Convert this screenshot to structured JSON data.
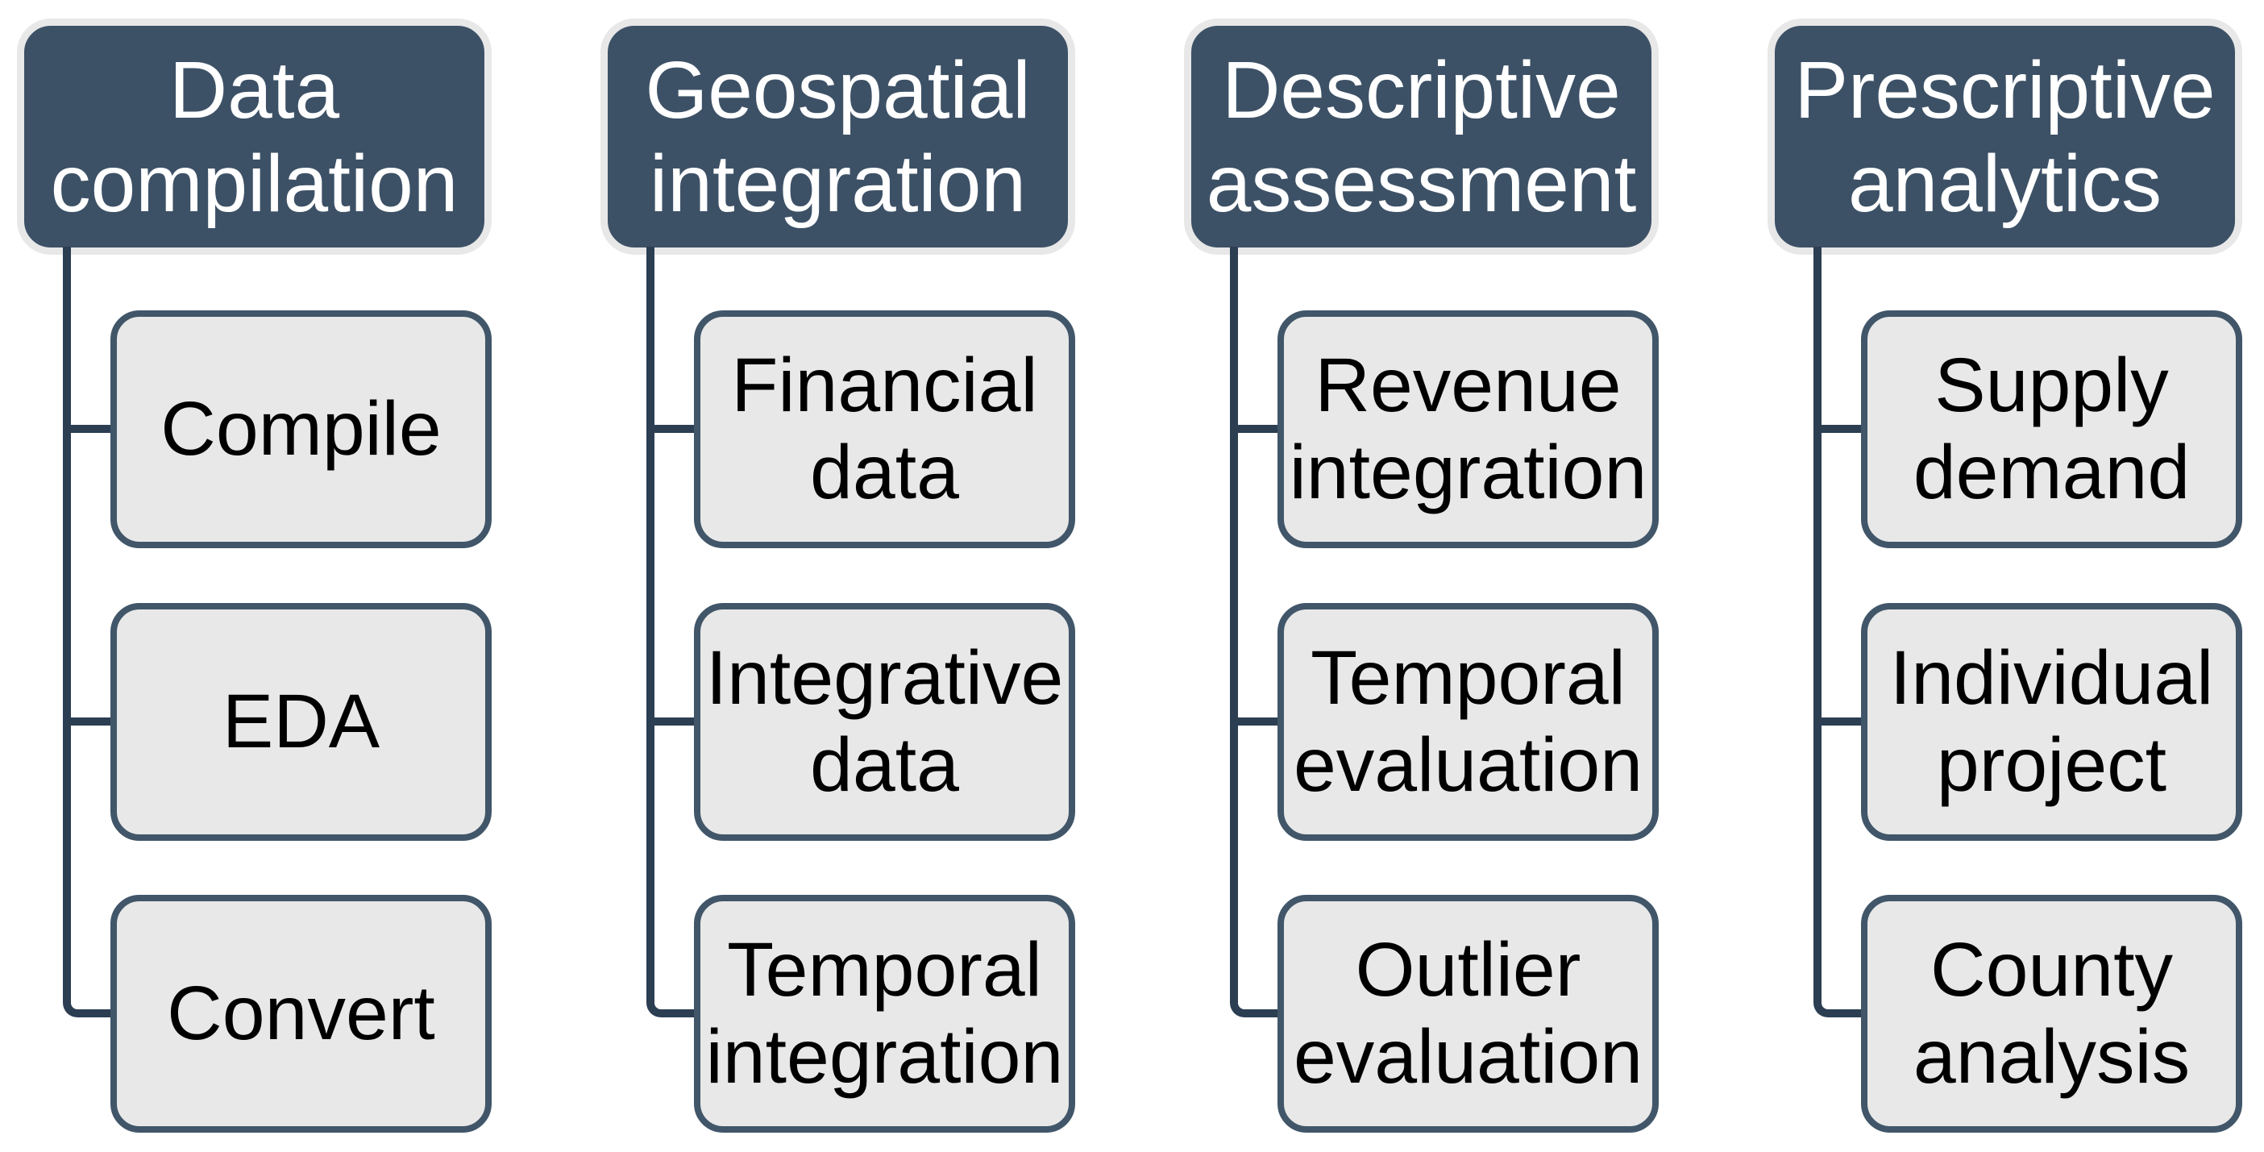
{
  "diagram": {
    "type": "hierarchy-smartart",
    "background": "#ffffff",
    "colors": {
      "header_fill": "#3d5166",
      "header_border": "#e8e8e8",
      "header_text": "#ffffff",
      "child_fill": "#e8e8e8",
      "child_border": "#415669",
      "child_text": "#000000",
      "connector": "#2c3e52"
    },
    "columns": [
      {
        "header": "Data compilation",
        "children": [
          "Compile",
          "EDA",
          "Convert"
        ]
      },
      {
        "header": "Geospatial integration",
        "children": [
          "Financial data",
          "Integrative data",
          "Temporal integration"
        ]
      },
      {
        "header": "Descriptive assessment",
        "children": [
          "Revenue integration",
          "Temporal evaluation",
          "Outlier evaluation"
        ]
      },
      {
        "header": "Prescriptive analytics",
        "children": [
          "Supply demand",
          "Individual project",
          "County analysis"
        ]
      }
    ]
  }
}
